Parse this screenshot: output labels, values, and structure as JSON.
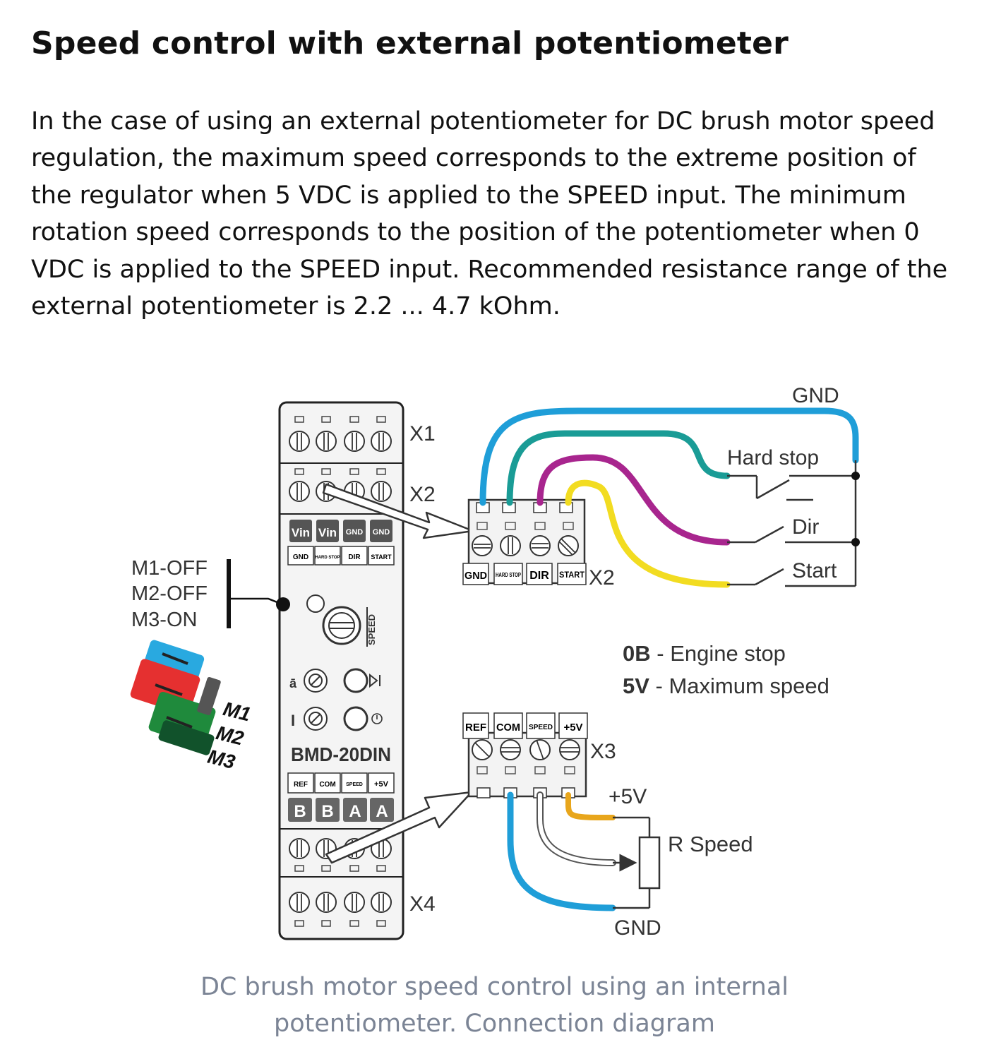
{
  "title": "Speed control with external potentiometer",
  "body": "In the case of using an external potentiometer for DC brush motor speed regulation, the maximum speed corresponds to the extreme position of the regulator when 5 VDC is applied to the SPEED input. The minimum rotation speed corresponds to the position of the potentiometer when 0 VDC is applied to the SPEED input. Recommended resistance range of the external potentiometer is 2.2 ... 4.7 kOhm.",
  "diagram": {
    "device": {
      "model": "BMD-20DIN",
      "vin_labels": [
        "Vin",
        "Vin",
        "GND",
        "GND"
      ],
      "x2_labels": [
        "GND",
        "HARD STOP",
        "DIR",
        "START"
      ],
      "x3_labels": [
        "REF",
        "COM",
        "SPEED",
        "+5V"
      ],
      "motor_labels": [
        "B",
        "B",
        "A",
        "A"
      ],
      "knob_label": "SPEED"
    },
    "connectors": {
      "x1": "X1",
      "x2": "X2",
      "x3": "X3",
      "x4": "X4"
    },
    "x2_block_labels": [
      "GND",
      "HARD STOP",
      "DIR",
      "START"
    ],
    "x3_block_labels": [
      "REF",
      "COM",
      "SPEED",
      "+5V"
    ],
    "jumpers": {
      "settings": [
        "M1-OFF",
        "M2-OFF",
        "M3-ON"
      ],
      "names": [
        "M1",
        "M2",
        "M3"
      ]
    },
    "switches": {
      "gnd": "GND",
      "hard_stop": "Hard stop",
      "dir": "Dir",
      "start": "Start"
    },
    "legend": [
      {
        "key": "0B",
        "text": " - Engine stop"
      },
      {
        "key": "5V",
        "text": " - Maximum speed"
      }
    ],
    "pot": {
      "plus5v": "+5V",
      "label": "R Speed",
      "gnd": "GND"
    },
    "wire_colors": {
      "gnd": "#1f9ed8",
      "hard_stop": "#1a9c96",
      "dir": "#a8258e",
      "start": "#f2dc21",
      "plus5v": "#e8a61c",
      "speed": "#ffffff",
      "x3_gnd": "#1f9ed8"
    }
  },
  "caption": {
    "line1": "DC brush motor speed control using an internal",
    "line2": "potentiometer. Connection diagram"
  }
}
